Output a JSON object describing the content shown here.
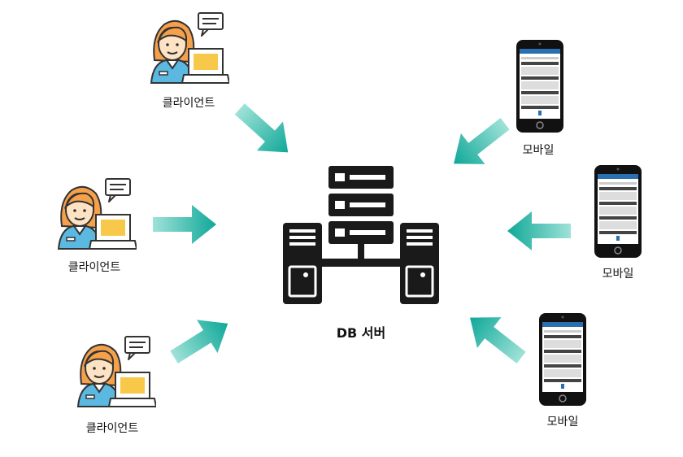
{
  "diagram": {
    "server": {
      "label": "DB 서버",
      "icon": "server-rack-icon"
    },
    "clients": [
      {
        "label": "클라이언트",
        "icon": "person-laptop-icon"
      },
      {
        "label": "클라이언트",
        "icon": "person-laptop-icon"
      },
      {
        "label": "클라이언트",
        "icon": "person-laptop-icon"
      }
    ],
    "mobiles": [
      {
        "label": "모바일",
        "icon": "smartphone-icon"
      },
      {
        "label": "모바일",
        "icon": "smartphone-icon"
      },
      {
        "label": "모바일",
        "icon": "smartphone-icon"
      }
    ],
    "colors": {
      "arrow": "#1fb5a5",
      "server": "#1a1a1a",
      "skin": "#fde3c4",
      "hair": "#f5a04a",
      "shirt": "#5bb8e0",
      "screen": "#f7c84a"
    }
  }
}
